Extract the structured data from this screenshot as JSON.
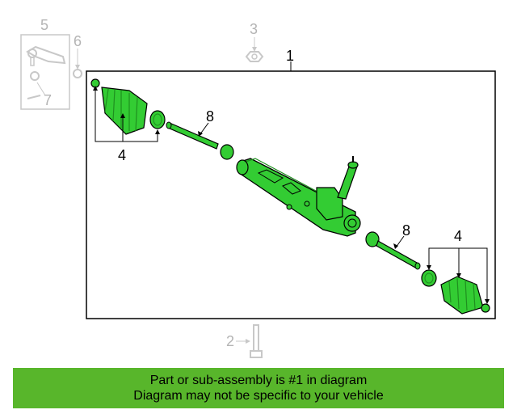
{
  "callouts": {
    "part_1": "1",
    "part_2": "2",
    "part_3": "3",
    "part_4_left": "4",
    "part_4_right": "4",
    "part_5": "5",
    "part_6": "6",
    "part_7": "7",
    "part_8_left": "8",
    "part_8_right": "8"
  },
  "colors": {
    "part_fill": "#33cc33",
    "part_dark": "#1f8f1f",
    "faded": "#c8c8c8",
    "banner": "#58b62b"
  },
  "banner": {
    "line1": "Part or sub-assembly is #1 in diagram",
    "line2": "Diagram may not be specific to your vehicle"
  }
}
